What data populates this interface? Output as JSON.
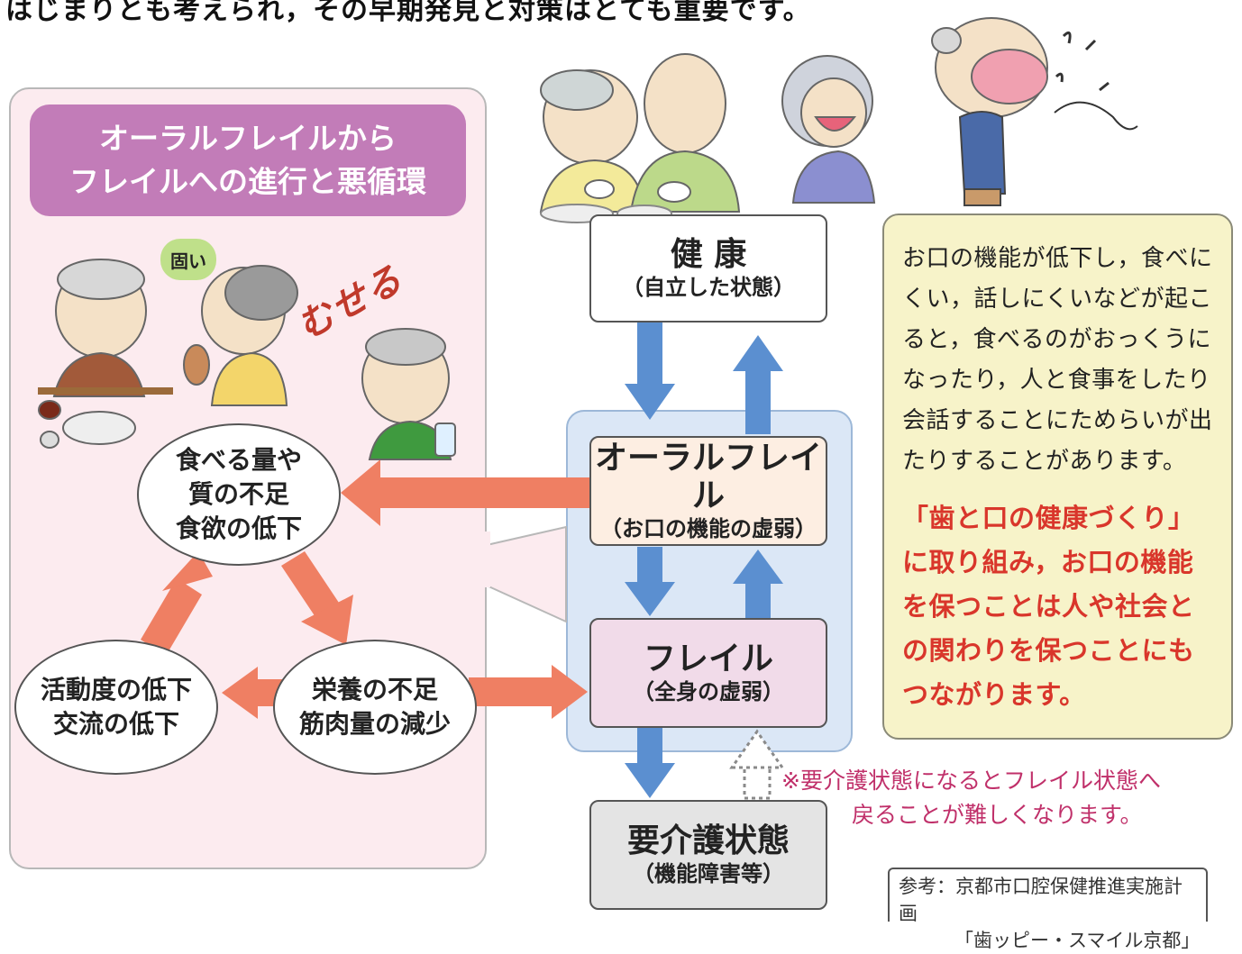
{
  "header": {
    "text": "はじまりとも考えられ，その早期発見と対策はとても重要です。"
  },
  "left_panel": {
    "title_line1": "オーラルフレイルから",
    "title_line2": "フレイルへの進行と悪循環",
    "bubble_hard": "固い",
    "museru": "むせる",
    "cycle": {
      "eat_line1": "食べる量や",
      "eat_line2": "質の不足",
      "eat_line3": "食欲の低下",
      "nutrition_line1": "栄養の不足",
      "nutrition_line2": "筋肉量の減少",
      "activity_line1": "活動度の低下",
      "activity_line2": "交流の低下"
    }
  },
  "flow": {
    "health_main": "健 康",
    "health_sub": "（自立した状態）",
    "oral_main": "オーラルフレイル",
    "oral_sub": "（お口の機能の虚弱）",
    "frail_main": "フレイル",
    "frail_sub": "（全身の虚弱）",
    "care_main": "要介護状態",
    "care_sub": "（機能障害等）"
  },
  "info_box": {
    "text": "お口の機能が低下し，食べにくい，話しにくいなどが起こると，食べるのがおっくうになったり，人と食事をしたり会話することにためらいが出たりすることがあります。",
    "highlight": "「歯と口の健康づくり」に取り組み，お口の機能を保つことは人や社会との関わりを保つことにもつながります。"
  },
  "note": {
    "line1": "※要介護状態になるとフレイル状態へ",
    "line2": "戻ることが難しくなります。"
  },
  "reference": {
    "line1": "参考：京都市口腔保健推進実施計画",
    "line2": "「歯ッピー・スマイル京都」"
  },
  "colors": {
    "pink_panel": "#fcebef",
    "title_purple": "#c27cb8",
    "blue_panel": "#dbe7f6",
    "blue_arrow": "#5b8fd0",
    "salmon_arrow": "#ef7f63",
    "yellow_box": "#f7f3c9",
    "red_text": "#d9362b",
    "note_text": "#c0306a"
  }
}
